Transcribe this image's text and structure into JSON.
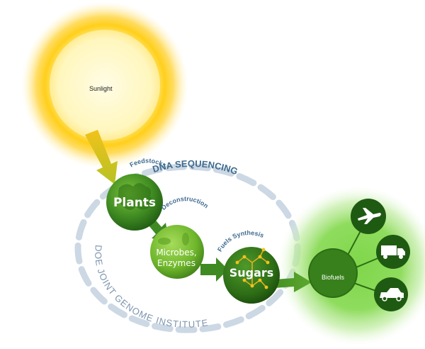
{
  "nodes": {
    "sunlight": "Sunlight",
    "plants": "Plants",
    "microbes_line1": "Microbes,",
    "microbes_line2": "Enzymes",
    "sugars": "Sugars",
    "biofuels": "Biofuels"
  },
  "steps": {
    "feedstocks": "Feedstocks",
    "deconstruction": "Deconstruction",
    "fuels_synthesis": "Fuels Synthesis"
  },
  "ring_labels": {
    "dna_sequencing": "DNA SEQUENCING",
    "institute": "DOE JOINT GENOME INSTITUTE"
  },
  "icons": [
    "airplane-icon",
    "truck-icon",
    "car-icon"
  ],
  "colors": {
    "sun_core": "#ffd21a",
    "green_dark": "#2e7a1c",
    "green_light": "#7cc43a",
    "ring_dash": "#c9d6e3",
    "ring_text": "#3e6b8f"
  }
}
